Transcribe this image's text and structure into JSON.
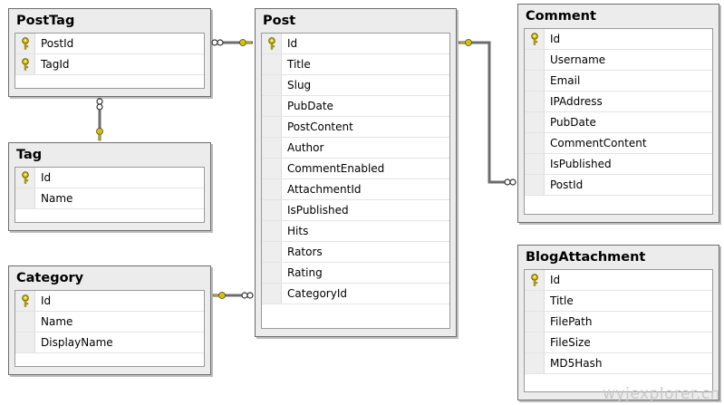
{
  "tables": {
    "posttag": {
      "title": "PostTag",
      "columns": [
        {
          "name": "PostId",
          "pk": true
        },
        {
          "name": "TagId",
          "pk": true
        }
      ]
    },
    "tag": {
      "title": "Tag",
      "columns": [
        {
          "name": "Id",
          "pk": true
        },
        {
          "name": "Name",
          "pk": false
        }
      ]
    },
    "category": {
      "title": "Category",
      "columns": [
        {
          "name": "Id",
          "pk": true
        },
        {
          "name": "Name",
          "pk": false
        },
        {
          "name": "DisplayName",
          "pk": false
        }
      ]
    },
    "post": {
      "title": "Post",
      "columns": [
        {
          "name": "Id",
          "pk": true
        },
        {
          "name": "Title",
          "pk": false
        },
        {
          "name": "Slug",
          "pk": false
        },
        {
          "name": "PubDate",
          "pk": false
        },
        {
          "name": "PostContent",
          "pk": false
        },
        {
          "name": "Author",
          "pk": false
        },
        {
          "name": "CommentEnabled",
          "pk": false
        },
        {
          "name": "AttachmentId",
          "pk": false
        },
        {
          "name": "IsPublished",
          "pk": false
        },
        {
          "name": "Hits",
          "pk": false
        },
        {
          "name": "Rators",
          "pk": false
        },
        {
          "name": "Rating",
          "pk": false
        },
        {
          "name": "CategoryId",
          "pk": false
        }
      ]
    },
    "comment": {
      "title": "Comment",
      "columns": [
        {
          "name": "Id",
          "pk": true
        },
        {
          "name": "Username",
          "pk": false
        },
        {
          "name": "Email",
          "pk": false
        },
        {
          "name": "IPAddress",
          "pk": false
        },
        {
          "name": "PubDate",
          "pk": false
        },
        {
          "name": "CommentContent",
          "pk": false
        },
        {
          "name": "IsPublished",
          "pk": false
        },
        {
          "name": "PostId",
          "pk": false
        }
      ]
    },
    "blogattachment": {
      "title": "BlogAttachment",
      "columns": [
        {
          "name": "Id",
          "pk": true
        },
        {
          "name": "Title",
          "pk": false
        },
        {
          "name": "FilePath",
          "pk": false
        },
        {
          "name": "FileSize",
          "pk": false
        },
        {
          "name": "MD5Hash",
          "pk": false
        }
      ]
    }
  },
  "relationships": [
    {
      "from": "posttag",
      "to": "post",
      "one_end": "post",
      "many_end": "posttag"
    },
    {
      "from": "posttag",
      "to": "tag",
      "one_end": "tag",
      "many_end": "posttag"
    },
    {
      "from": "post",
      "to": "category",
      "one_end": "category",
      "many_end": "post"
    },
    {
      "from": "post",
      "to": "comment",
      "one_end": "post",
      "many_end": "comment"
    }
  ],
  "colors": {
    "key": "#d8c200",
    "line": "#6d6d6d",
    "frame": "#ececec"
  },
  "icons": {
    "primary_key": "key-icon",
    "one_end": "key-icon",
    "many_end": "infinity-icon"
  },
  "watermark": "wyjexplorer.cn"
}
